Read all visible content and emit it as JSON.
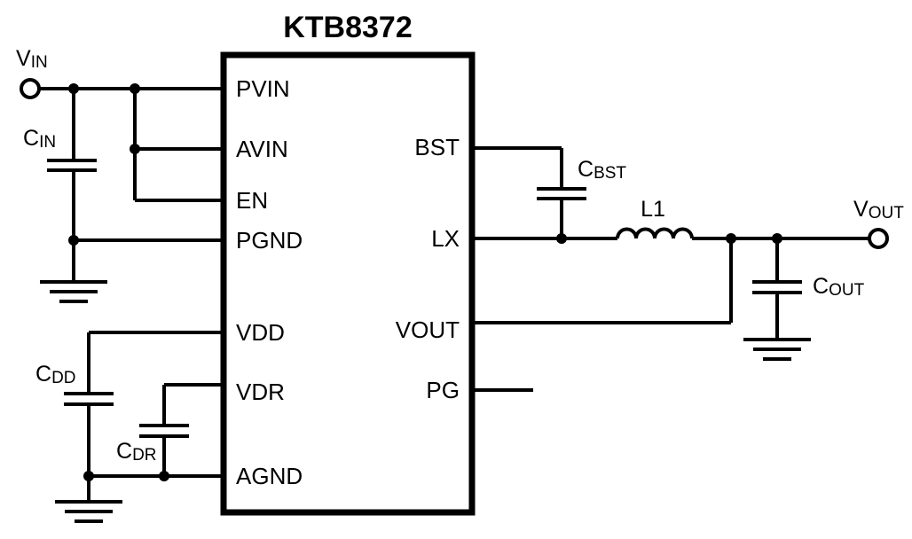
{
  "chip": {
    "title": "KTB8372",
    "left_pins": {
      "pvin": "PVIN",
      "avin": "AVIN",
      "en": "EN",
      "pgnd": "PGND",
      "vdd": "VDD",
      "vdr": "VDR",
      "agnd": "AGND"
    },
    "right_pins": {
      "bst": "BST",
      "lx": "LX",
      "vout": "VOUT",
      "pg": "PG"
    }
  },
  "labels": {
    "vin": {
      "main": "V",
      "sub": "IN"
    },
    "cin": {
      "main": "C",
      "sub": "IN"
    },
    "cdd": {
      "main": "C",
      "sub": "DD"
    },
    "cdr": {
      "main": "C",
      "sub": "DR"
    },
    "cbst": {
      "main": "C",
      "sub": "BST"
    },
    "l1": "L1",
    "vout": {
      "main": "V",
      "sub": "OUT"
    },
    "cout": {
      "main": "C",
      "sub": "OUT"
    }
  }
}
